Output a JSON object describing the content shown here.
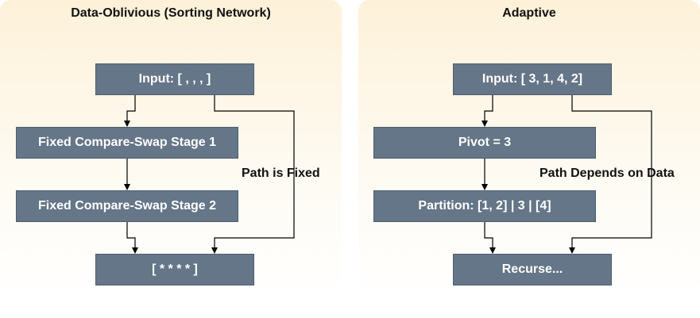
{
  "left_panel": {
    "title": "Data-Oblivious (Sorting Network)",
    "input": "Input: [  ,  ,  ,  ]",
    "stage1": "Fixed Compare-Swap Stage 1",
    "stage2": "Fixed Compare-Swap Stage 2",
    "output": "[ * * * * ]",
    "path_label": "Path is Fixed"
  },
  "right_panel": {
    "title": "Adaptive",
    "input": "Input: [ 3, 1, 4, 2]",
    "pivot": "Pivot = 3",
    "partition": "Partition: [1, 2] | 3 | [4]",
    "recurse": "Recurse...",
    "path_label": "Path Depends on Data"
  },
  "colors": {
    "node_fill": "#647687",
    "node_text": "#ffffff",
    "panel_fill": "#fdf1d9",
    "edge": "#000000"
  }
}
